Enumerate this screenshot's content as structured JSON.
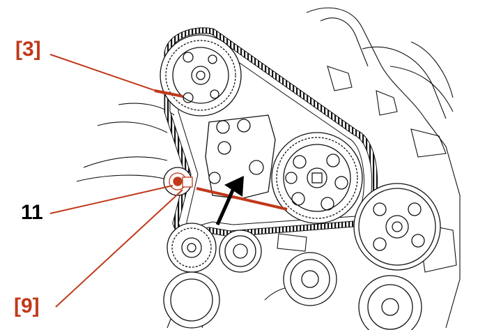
{
  "diagram": {
    "callouts": [
      {
        "id": "c3",
        "text": "[3]",
        "color": "#c0391b"
      },
      {
        "id": "c11",
        "text": "11",
        "color": "#000000"
      },
      {
        "id": "c9",
        "text": "[9]",
        "color": "#c0391b"
      }
    ],
    "colors": {
      "line_art": "#111111",
      "leader": "#c0391b",
      "arrow": "#000000",
      "background": "#ffffff"
    }
  }
}
